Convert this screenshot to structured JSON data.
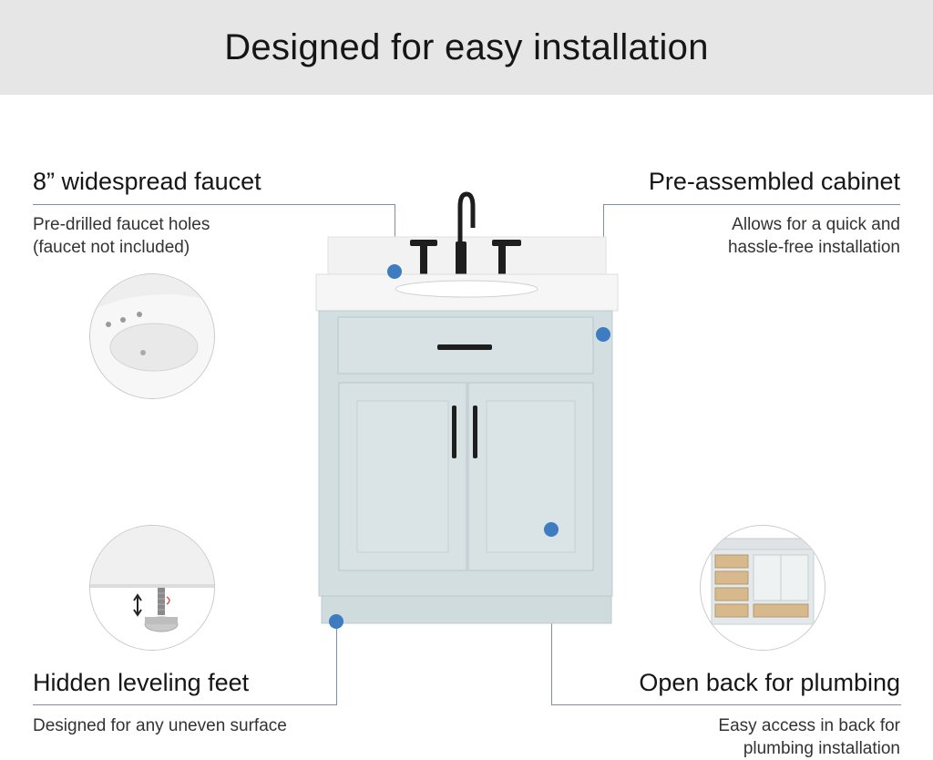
{
  "banner": {
    "title": "Designed for easy installation"
  },
  "features": {
    "faucet": {
      "title": "8” widespread faucet",
      "desc_line1": "Pre-drilled faucet holes",
      "desc_line2": "(faucet not included)"
    },
    "cabinet": {
      "title": "Pre-assembled cabinet",
      "desc_line1": "Allows for  a quick and",
      "desc_line2": "hassle-free installation"
    },
    "feet": {
      "title": "Hidden leveling feet",
      "desc_line1": "Designed for any uneven surface"
    },
    "plumbing": {
      "title": "Open back for plumbing",
      "desc_line1": "Easy access in back for",
      "desc_line2": "plumbing installation"
    }
  },
  "colors": {
    "banner_bg": "#e6e6e6",
    "accent_dot": "#3d7cc0",
    "leader_line": "#7d8ea5",
    "cabinet_body": "#d3dee0",
    "countertop": "#f4f4f4",
    "hardware": "#1e1e1e"
  }
}
